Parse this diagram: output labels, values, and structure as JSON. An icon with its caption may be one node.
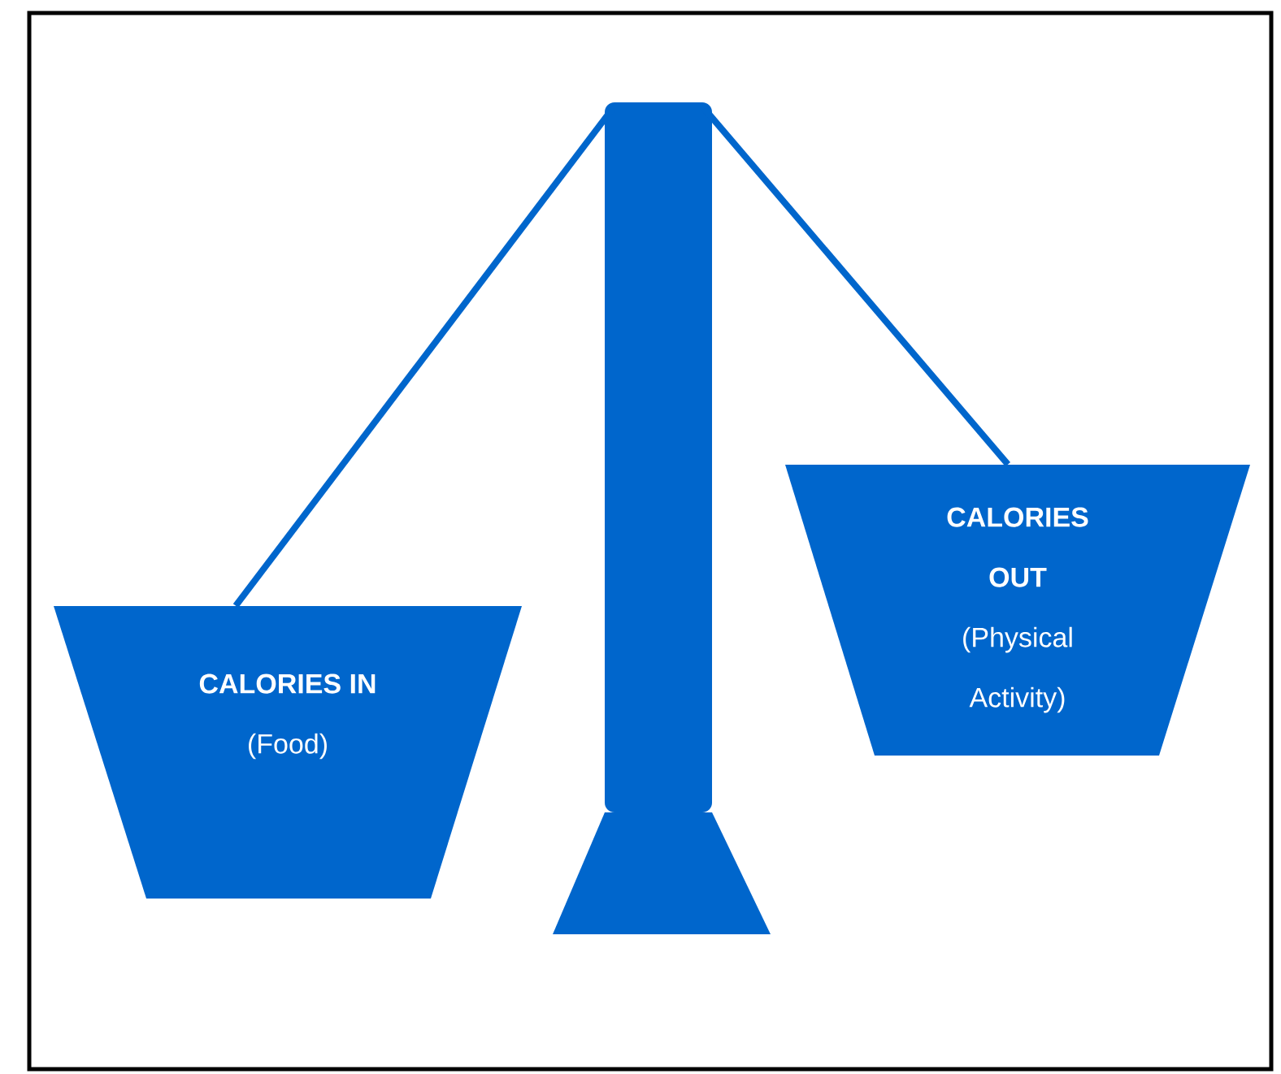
{
  "diagram": {
    "nodes": [
      {
        "text": [],
        "shape": "bar"
      },
      {
        "text": [
          "CALORIES IN",
          "(Food)"
        ]
      },
      {
        "text": [
          "CALORIES OUT",
          "(Physical Activity)"
        ]
      }
    ],
    "edges": [
      {
        "from": 0,
        "to": 1,
        "arrow": "none"
      },
      {
        "from": 0,
        "to": 2,
        "arrow": "none"
      }
    ]
  }
}
